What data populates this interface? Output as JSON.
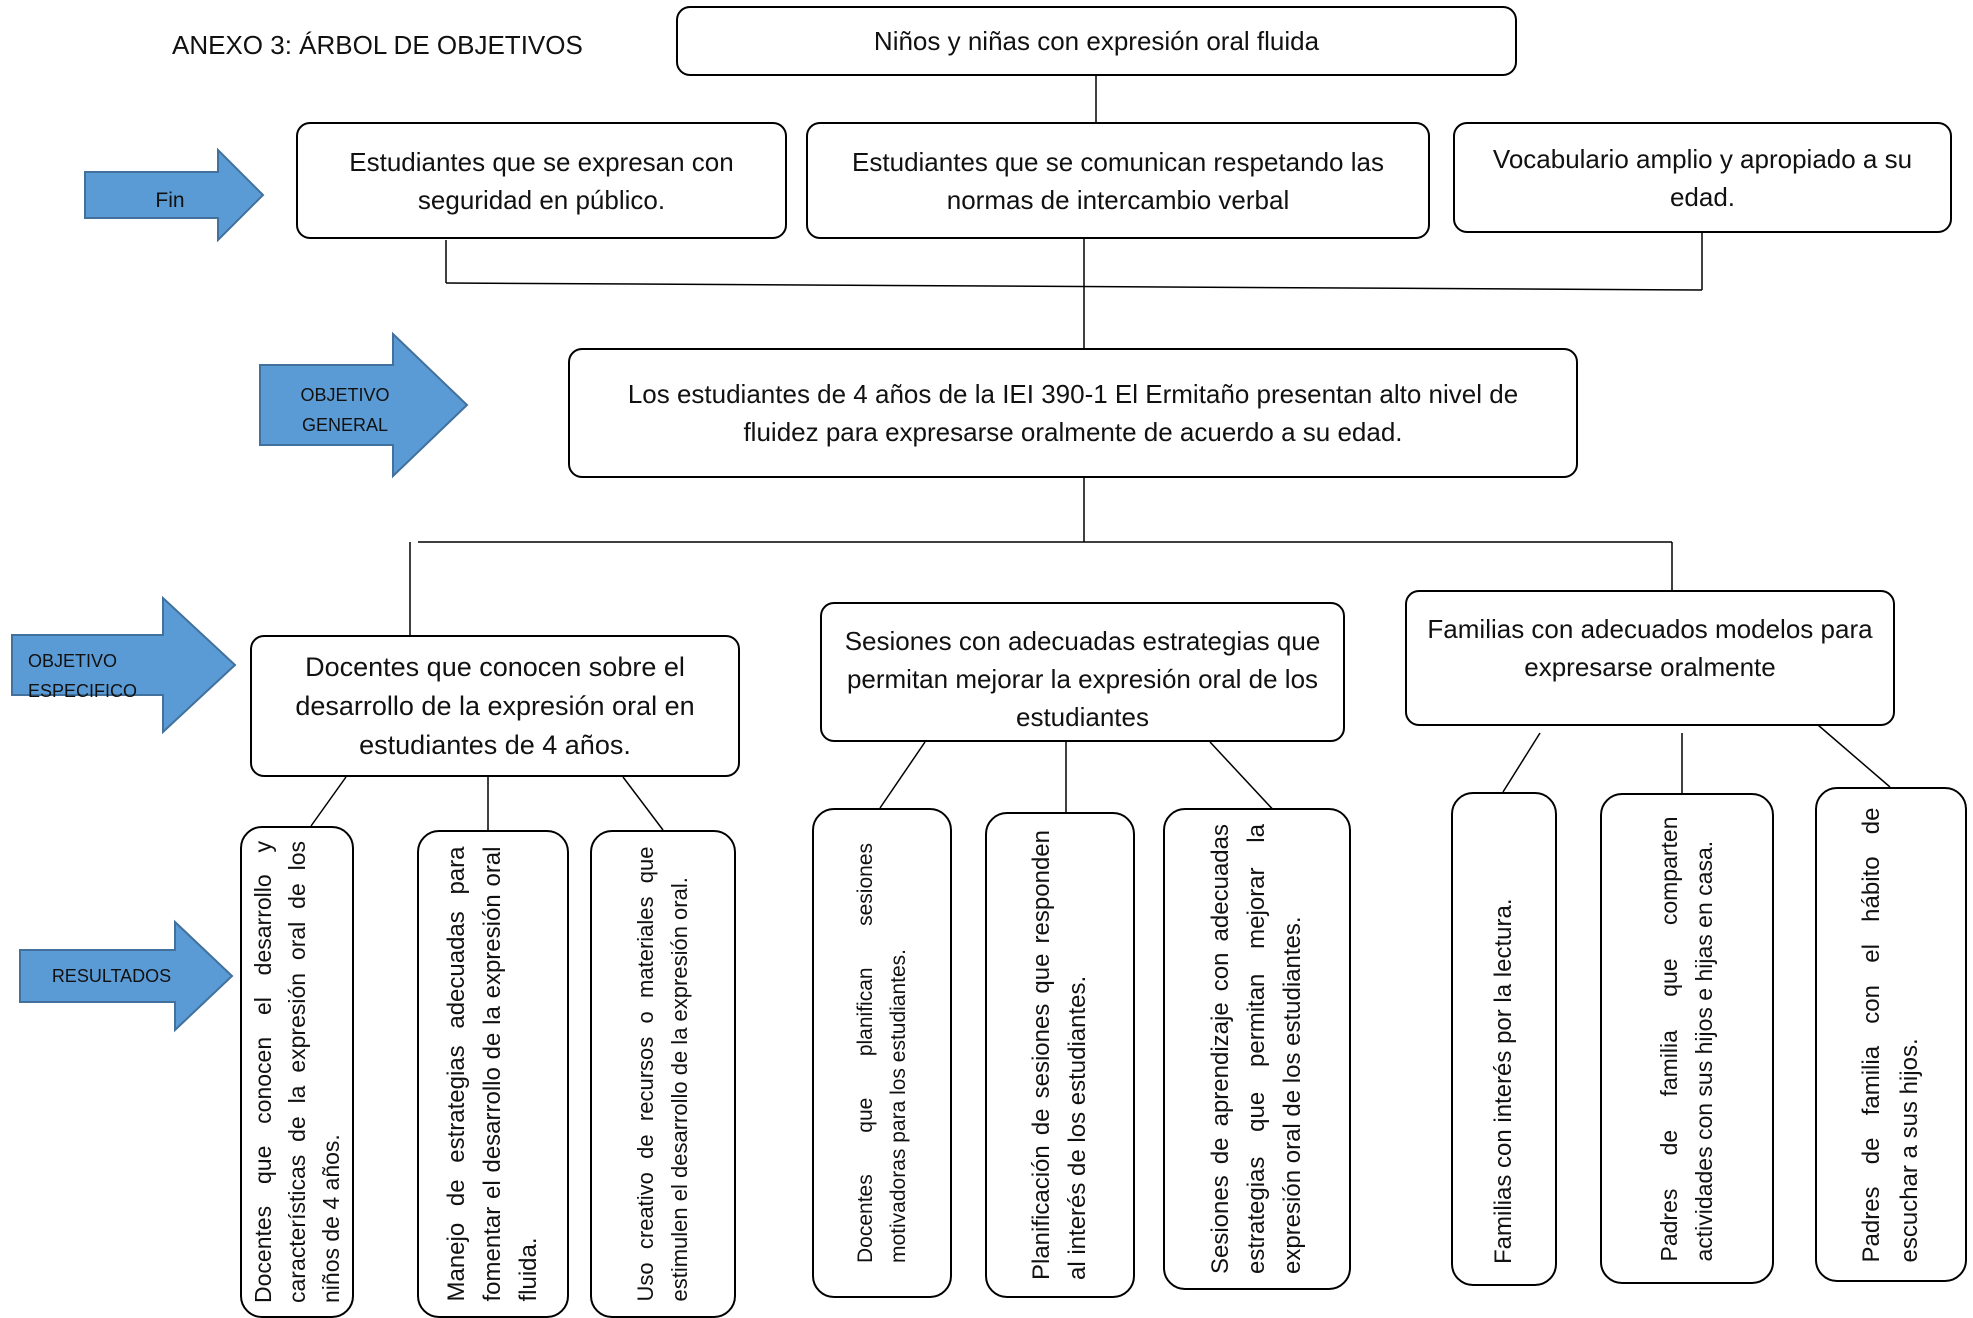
{
  "title": "ANEXO 3: ÁRBOL DE OBJETIVOS",
  "arrows": {
    "fin": "Fin",
    "general": "OBJETIVO GENERAL",
    "especifico": "OBJETIVO ESPECIFICO",
    "resultados": "RESULTADOS"
  },
  "colors": {
    "arrow_fill": "#5b9bd5",
    "arrow_stroke": "#41719c",
    "line": "#000000"
  },
  "top_box": "Niños y niñas con expresión oral fluida",
  "fin_boxes": [
    "Estudiantes que se expresan con seguridad en público.",
    "Estudiantes que se comunican respetando las normas de intercambio verbal",
    "Vocabulario amplio y apropiado a su edad."
  ],
  "general_objective": "Los estudiantes de 4 años de la IEI 390-1 El Ermitaño presentan alto nivel de fluidez para expresarse oralmente de acuerdo a su edad.",
  "specific_objectives": [
    "Docentes que conocen sobre el desarrollo de la expresión oral en estudiantes de 4 años.",
    "Sesiones con adecuadas estrategias que permitan mejorar la expresión oral de los estudiantes",
    "Familias con adecuados modelos para expresarse oralmente"
  ],
  "results": [
    "Docentes que conocen el desarrollo y características de la expresión oral de los niños de 4 años.",
    "Manejo de estrategias adecuadas para fomentar el desarrollo de la expresión oral fluida.",
    "Uso creativo de recursos o materiales que estimulen el desarrollo de la expresión oral.",
    "Docentes que planifican sesiones motivadoras para los estudiantes.",
    "Planificación de sesiones que responden al interés de los estudiantes.",
    "Sesiones de aprendizaje con adecuadas estrategias que permitan mejorar la expresión oral de los estudiantes.",
    "Familias con interés por la lectura.",
    "Padres de familia que comparten actividades con sus hijos e hijas en casa.",
    "Padres de familia con el hábito de escuchar a sus hijos."
  ]
}
